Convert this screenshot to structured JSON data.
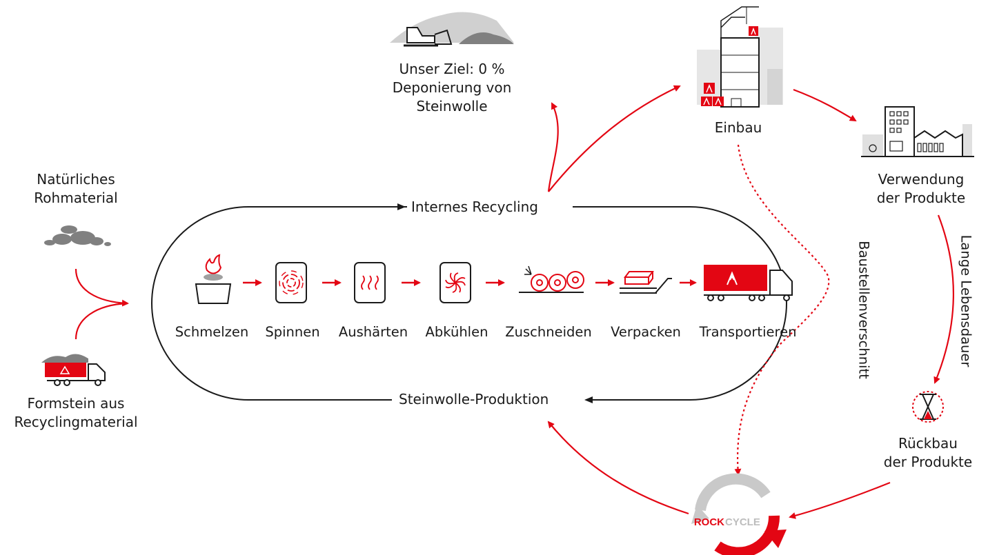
{
  "labels": {
    "goal_line1": "Unser Ziel: 0 %",
    "goal_line2": "Deponierung von",
    "goal_line3": "Steinwolle",
    "install": "Einbau",
    "usage_line1": "Verwendung",
    "usage_line2": "der Produkte",
    "raw_line1": "Natürliches",
    "raw_line2": "Rohmaterial",
    "brick_line1": "Formstein aus",
    "brick_line2": "Recyclingmaterial",
    "internal_recycling": "Internes Recycling",
    "production": "Steinwolle-Produktion",
    "site_waste": "Baustellenverschnitt",
    "long_life": "Lange Lebensdauer",
    "dismantle_line1": "Rückbau",
    "dismantle_line2": "der Produkte",
    "rockcycle_rock": "ROCK",
    "rockcycle_cycle": "CYCLE"
  },
  "steps": [
    {
      "label": "Schmelzen",
      "icon": "melting-furnace-icon"
    },
    {
      "label": "Spinnen",
      "icon": "spinning-icon"
    },
    {
      "label": "Aushärten",
      "icon": "curing-heat-icon"
    },
    {
      "label": "Abkühlen",
      "icon": "cooling-fan-icon"
    },
    {
      "label": "Zuschneiden",
      "icon": "cutting-rolls-icon"
    },
    {
      "label": "Verpacken",
      "icon": "packaging-conveyor-icon"
    },
    {
      "label": "Transportieren",
      "icon": "transport-truck-icon"
    }
  ],
  "colors": {
    "accent": "#e30613",
    "text": "#1a1a1a",
    "gray": "#8c8c8c",
    "light_gray": "#cfcfcf"
  }
}
